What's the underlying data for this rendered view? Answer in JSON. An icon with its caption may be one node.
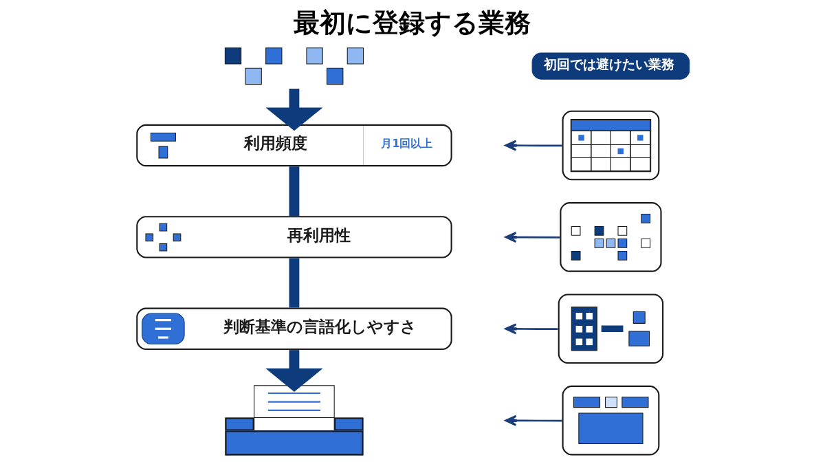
{
  "diagram": {
    "title": "最初に登録する業務",
    "nodes": [
      {
        "text": [],
        "shape": "picture"
      },
      {
        "text": [
          "利用頻度",
          "月1回以上"
        ]
      },
      {
        "text": [
          "再利用性"
        ]
      },
      {
        "text": [
          "判断基準の言語化しやすさ"
        ]
      },
      {
        "text": [],
        "shape": "picture"
      },
      {
        "text": [
          "初回では避けたい業務"
        ]
      },
      {
        "text": [],
        "shape": "picture"
      },
      {
        "text": [],
        "shape": "picture"
      },
      {
        "text": [],
        "shape": "picture"
      },
      {
        "text": [],
        "shape": "picture"
      }
    ],
    "edges": [
      {
        "from": 0,
        "to": 1,
        "arrow": "to",
        "style": "thick"
      },
      {
        "from": 1,
        "to": 2,
        "arrow": "none",
        "style": "thick"
      },
      {
        "from": 2,
        "to": 3,
        "arrow": "none",
        "style": "thick"
      },
      {
        "from": 3,
        "to": 4,
        "arrow": "to",
        "style": "thick"
      },
      {
        "from": 6,
        "to": null,
        "arrow": "to"
      },
      {
        "from": 7,
        "to": null,
        "arrow": "to"
      },
      {
        "from": 8,
        "to": null,
        "arrow": "to"
      },
      {
        "from": 9,
        "to": null,
        "arrow": "to"
      }
    ]
  }
}
